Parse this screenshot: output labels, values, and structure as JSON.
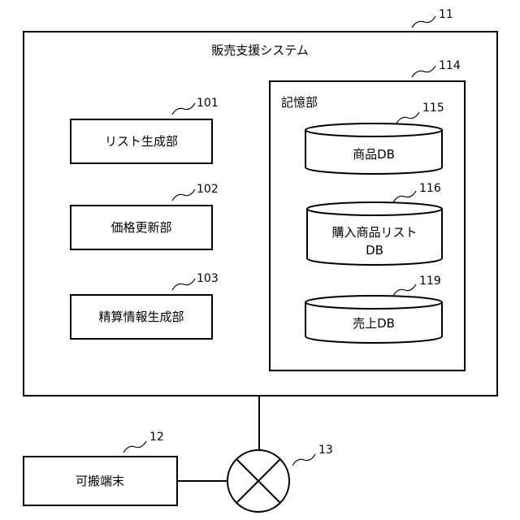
{
  "system": {
    "title": "販売支援システム",
    "ref": "11"
  },
  "modules": [
    {
      "label": "リスト生成部",
      "ref": "101"
    },
    {
      "label": "価格更新部",
      "ref": "102"
    },
    {
      "label": "精算情報生成部",
      "ref": "103"
    }
  ],
  "storage": {
    "title": "記憶部",
    "ref": "114",
    "databases": [
      {
        "label_lines": [
          "商品DB"
        ],
        "ref": "115"
      },
      {
        "label_lines": [
          "購入商品リスト",
          "DB"
        ],
        "ref": "116"
      },
      {
        "label_lines": [
          "売上DB"
        ],
        "ref": "119"
      }
    ]
  },
  "terminal": {
    "label": "可搬端末",
    "ref": "12"
  },
  "network": {
    "ref": "13"
  }
}
